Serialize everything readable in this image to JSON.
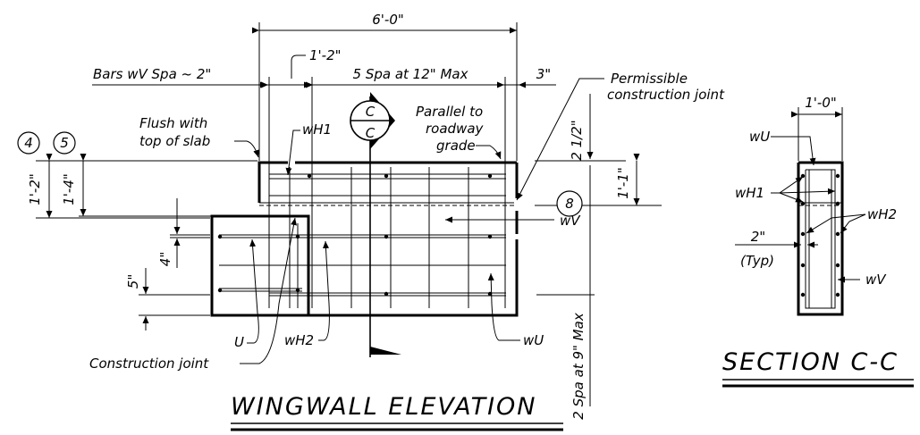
{
  "elevation": {
    "title": "WINGWALL ELEVATION",
    "dims": {
      "overall_width": "6'-0\"",
      "first_space": "1'-2\"",
      "bar_spacing_left": "Bars wV Spa ~ 2\"",
      "main_spacing": "5 Spa at 12\" Max",
      "right_gap": "3\"",
      "top_offset": "2 1/2\"",
      "top_height_right": "1'-1\"",
      "left_height_4": "1'-2\"",
      "left_height_5": "1'-4\"",
      "dim_4in": "4\"",
      "dim_5in": "5\"",
      "vertical_spacing": "2 Spa at 9\" Max"
    },
    "notes": {
      "flush_line1": "Flush with",
      "flush_line2": "top of slab",
      "parallel_line1": "Parallel to",
      "parallel_line2": "roadway",
      "parallel_line3": "grade",
      "joint_line1": "Permissible",
      "joint_line2": "construction joint",
      "construction_joint": "Construction joint"
    },
    "bars": {
      "wH1": "wH1",
      "wH2": "wH2",
      "wV": "wV",
      "wU": "wU",
      "U": "U"
    },
    "circles": {
      "c4": "4",
      "c5": "5",
      "c8": "8"
    },
    "section_marker": {
      "top": "C",
      "bottom": "C"
    }
  },
  "section": {
    "title": "SECTION C-C",
    "width_dim": "1'-0\"",
    "cover_dim": "2\"",
    "cover_note": "(Typ)",
    "labels": {
      "wU": "wU",
      "wH1": "wH1",
      "wH2": "wH2",
      "wV": "wV"
    }
  }
}
